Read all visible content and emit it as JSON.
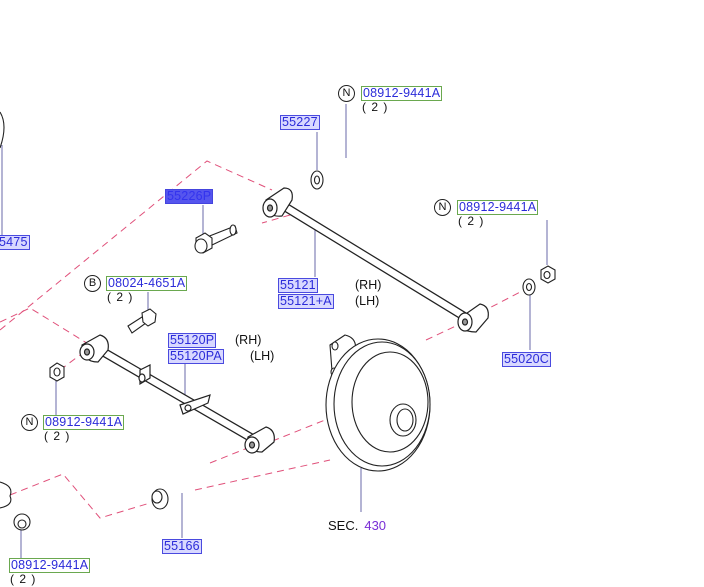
{
  "diagram": {
    "title": "Rear suspension control arm assembly",
    "colors": {
      "label_text": "#2b2bd9",
      "label_fill": "#d8d8ff",
      "label_border": "#4a4adf",
      "hardware_border": "#6aa84f",
      "selected_fill": "#5555ee",
      "dashed_line": "#e0507a",
      "section_link": "#7a2fd6"
    },
    "parts": [
      {
        "id": "p1",
        "number": "08912-9441A",
        "tag": "N",
        "qty": "( 2 )",
        "type": "hardware"
      },
      {
        "id": "p2",
        "number": "55227",
        "type": "part"
      },
      {
        "id": "p3",
        "number": "55226P",
        "type": "part",
        "selected": true
      },
      {
        "id": "p4",
        "number": "5475",
        "type": "part",
        "note": "partially visible at left edge"
      },
      {
        "id": "p5",
        "number": "08912-9441A",
        "tag": "N",
        "qty": "( 2 )",
        "type": "hardware"
      },
      {
        "id": "p6",
        "number": "55121",
        "side": "(RH)",
        "type": "part"
      },
      {
        "id": "p7",
        "number": "55121+A",
        "side": "(LH)",
        "type": "part"
      },
      {
        "id": "p8",
        "number": "08024-4651A",
        "tag": "B",
        "qty": "( 2 )",
        "type": "hardware"
      },
      {
        "id": "p9",
        "number": "55120P",
        "side": "(RH)",
        "type": "part"
      },
      {
        "id": "p10",
        "number": "55120PA",
        "side": "(LH)",
        "type": "part"
      },
      {
        "id": "p11",
        "number": "55020C",
        "type": "part"
      },
      {
        "id": "p12",
        "number": "08912-9441A",
        "tag": "N",
        "qty": "( 2 )",
        "type": "hardware"
      },
      {
        "id": "p13",
        "number": "55166",
        "type": "part"
      },
      {
        "id": "p14",
        "number": "08912-9441A",
        "qty": "( 2 )",
        "type": "hardware"
      }
    ],
    "section_ref": {
      "prefix": "SEC.",
      "number": "430"
    }
  }
}
